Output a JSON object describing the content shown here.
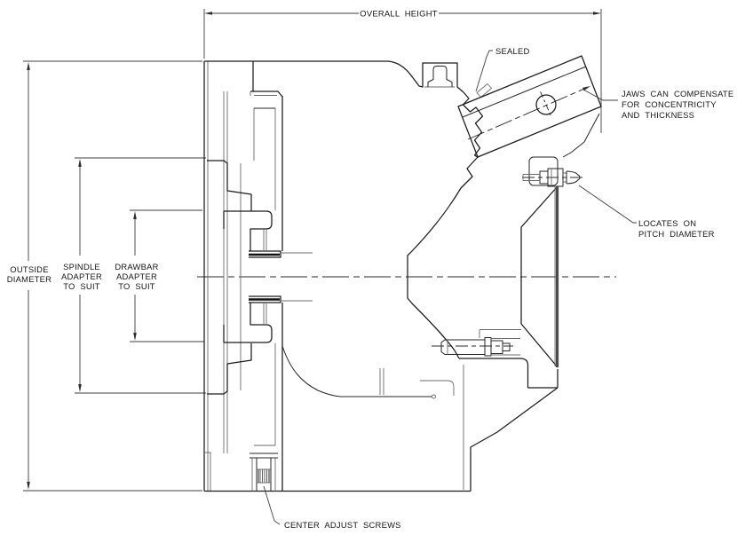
{
  "drawing": {
    "background": "#ffffff",
    "line_color": "#1c1c1c",
    "dim_line_color": "#3f3f3f",
    "subject": "chuck cross-section"
  },
  "dimensions": {
    "overall_height": "OVERALL HEIGHT",
    "outside_diameter": [
      "OUTSIDE",
      "DIAMETER"
    ],
    "spindle_adapter": [
      "SPINDLE",
      "ADAPTER",
      "TO SUIT"
    ],
    "drawbar_adapter": [
      "DRAWBAR",
      "ADAPTER",
      "TO SUIT"
    ]
  },
  "callouts": {
    "sealed": "SEALED",
    "jaws_note": [
      "JAWS CAN COMPENSATE",
      "FOR CONCENTRICITY",
      "AND THICKNESS"
    ],
    "locates_note": [
      "LOCATES ON",
      "PITCH DIAMETER"
    ],
    "center_adjust": "CENTER ADJUST SCREWS"
  }
}
